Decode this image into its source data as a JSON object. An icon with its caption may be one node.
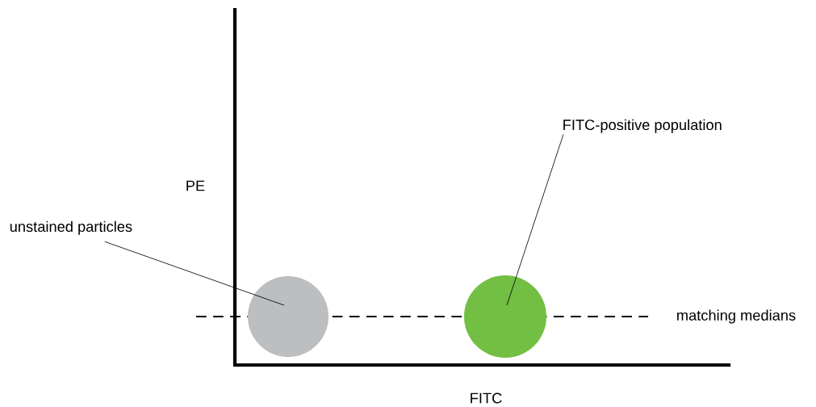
{
  "diagram": {
    "nodes": [
      {
        "text": [
          "unstained particles"
        ]
      },
      {
        "text": [],
        "shape": "circle"
      },
      {
        "text": [
          "FITC-positive population"
        ]
      },
      {
        "text": [],
        "shape": "circle"
      }
    ],
    "edges": [
      {
        "from": 0,
        "to": 1,
        "arrow": "none"
      },
      {
        "from": 2,
        "to": 3,
        "arrow": "none"
      }
    ],
    "labels": [
      "PE",
      "matching medians",
      "FITC"
    ]
  }
}
